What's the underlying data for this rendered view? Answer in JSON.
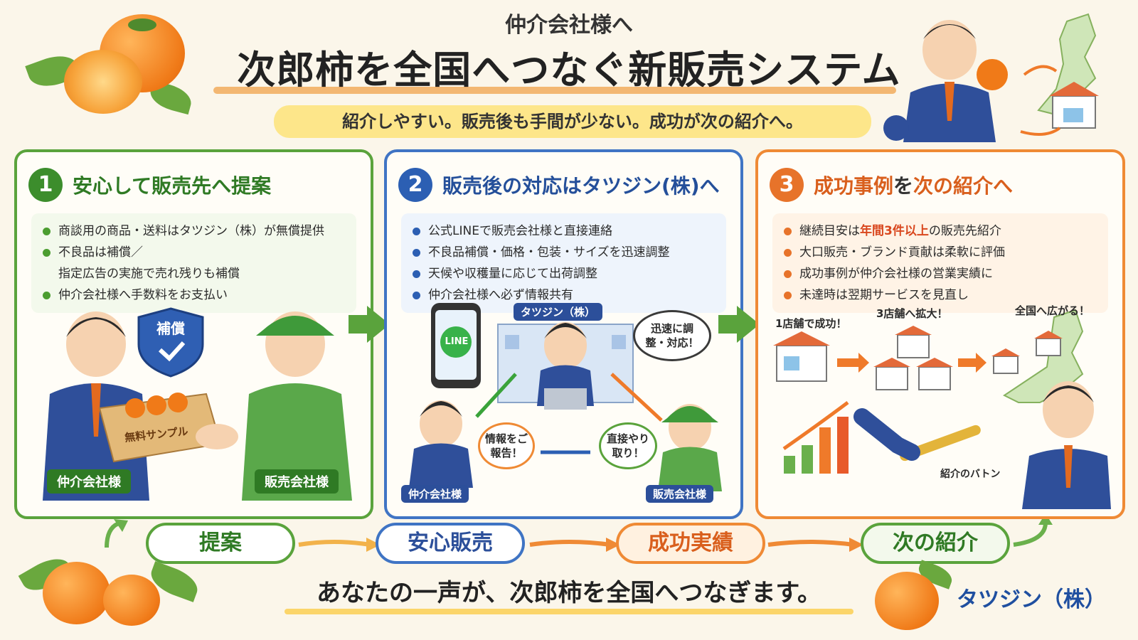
{
  "header": {
    "subtitle": "仲介会社様へ",
    "title": "次郎柿を全国へつなぐ新販売システム",
    "tagline": "紹介しやすい。販売後も手間が少ない。成功が次の紹介へ。"
  },
  "panel1": {
    "number": "1",
    "heading": "安心して販売先へ提案",
    "bullets": [
      "商談用の商品・送料はタツジン（株）が無償提供",
      "不良品は補償／",
      "仲介会社様へ手数料をお支払い"
    ],
    "bullet2_cont": "指定広告の実施で売れ残りも補償",
    "shield": "補償",
    "box_label": "無料サンプル",
    "label_left": "仲介会社様",
    "label_right": "販売会社様"
  },
  "panel2": {
    "number": "2",
    "heading": "販売後の対応はタツジン(株)へ",
    "bullets": [
      "公式LINEで販売会社様と直接連絡",
      "不良品補償・価格・包装・サイズを迅速調整",
      "天候や収穫量に応じて出荷調整",
      "仲介会社様へ必ず情報共有"
    ],
    "company_sign": "タツジン（株）",
    "line_label": "LINE",
    "bubble_fast": "迅速に調整・対応！",
    "bubble_report": "情報をご報告！",
    "bubble_direct": "直接やり取り！",
    "label_left": "仲介会社様",
    "label_right": "販売会社様"
  },
  "panel3": {
    "number": "3",
    "heading_a": "成功事例",
    "heading_b": "を",
    "heading_c": "次の紹介へ",
    "bullet1_pre": "継続目安は",
    "bullet1_hl": "年間3件以上",
    "bullet1_post": "の販売先紹介",
    "bullets": [
      "大口販売・ブランド貢献は柔軟に評価",
      "成功事例が仲介会社様の営業実績に",
      "未達時は翌期サービスを見直し"
    ],
    "step1": "1店舗で成功！",
    "step2": "3店舗へ拡大！",
    "step3": "全国へ広がる！",
    "baton": "紹介のバトン"
  },
  "flow": [
    "提案",
    "安心販売",
    "成功実績",
    "次の紹介"
  ],
  "closing": "あなたの一声が、次郎柿を全国へつなぎます。",
  "brand": "タツジン（株）",
  "colors": {
    "green": "#5aa33c",
    "blue": "#3f74c4",
    "orange": "#ef8a35",
    "highlight": "#d9471e",
    "persimmon": "#f07a18"
  }
}
